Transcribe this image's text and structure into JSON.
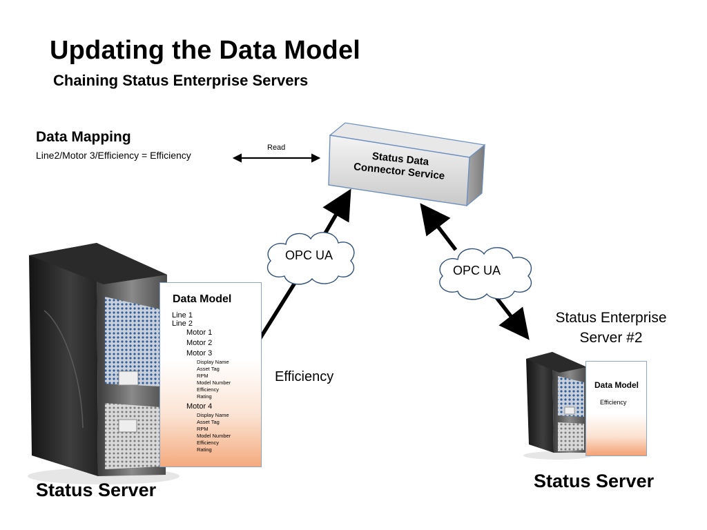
{
  "title": "Updating the Data Model",
  "subtitle": "Chaining Status Enterprise Servers",
  "data_mapping": {
    "heading": "Data Mapping",
    "mapping": "Line2/Motor 3/Efficiency = Efficiency",
    "read_label": "Read"
  },
  "connector": {
    "line1": "Status Data",
    "line2": "Connector Service"
  },
  "clouds": [
    "OPC UA",
    "OPC UA"
  ],
  "efficiency_label": "Efficiency",
  "server1": {
    "caption": "Status Server",
    "data_model": {
      "title": "Data Model",
      "lines": [
        "Line 1",
        "Line 2"
      ],
      "motors": [
        "Motor 1",
        "Motor 2",
        "Motor 3"
      ],
      "motor3_fields": [
        "Display Name",
        "Asset Tag",
        "RPM",
        "Model Number",
        "Efficiency",
        "Rating"
      ],
      "motor4": "Motor 4",
      "motor4_fields": [
        "Display Name",
        "Asset Tag",
        "RPM",
        "Model Number",
        "Efficiency",
        "Rating"
      ]
    }
  },
  "server2": {
    "label_line1": "Status Enterprise",
    "label_line2": "Server #2",
    "caption": "Status Server",
    "data_model": {
      "title": "Data Model",
      "item": "Efficiency"
    }
  },
  "colors": {
    "panel_border": "#8aa6c8",
    "panel_fade": "#f4aa7e",
    "arrow": "#000000",
    "cloud_stroke": "#2f4f79"
  }
}
